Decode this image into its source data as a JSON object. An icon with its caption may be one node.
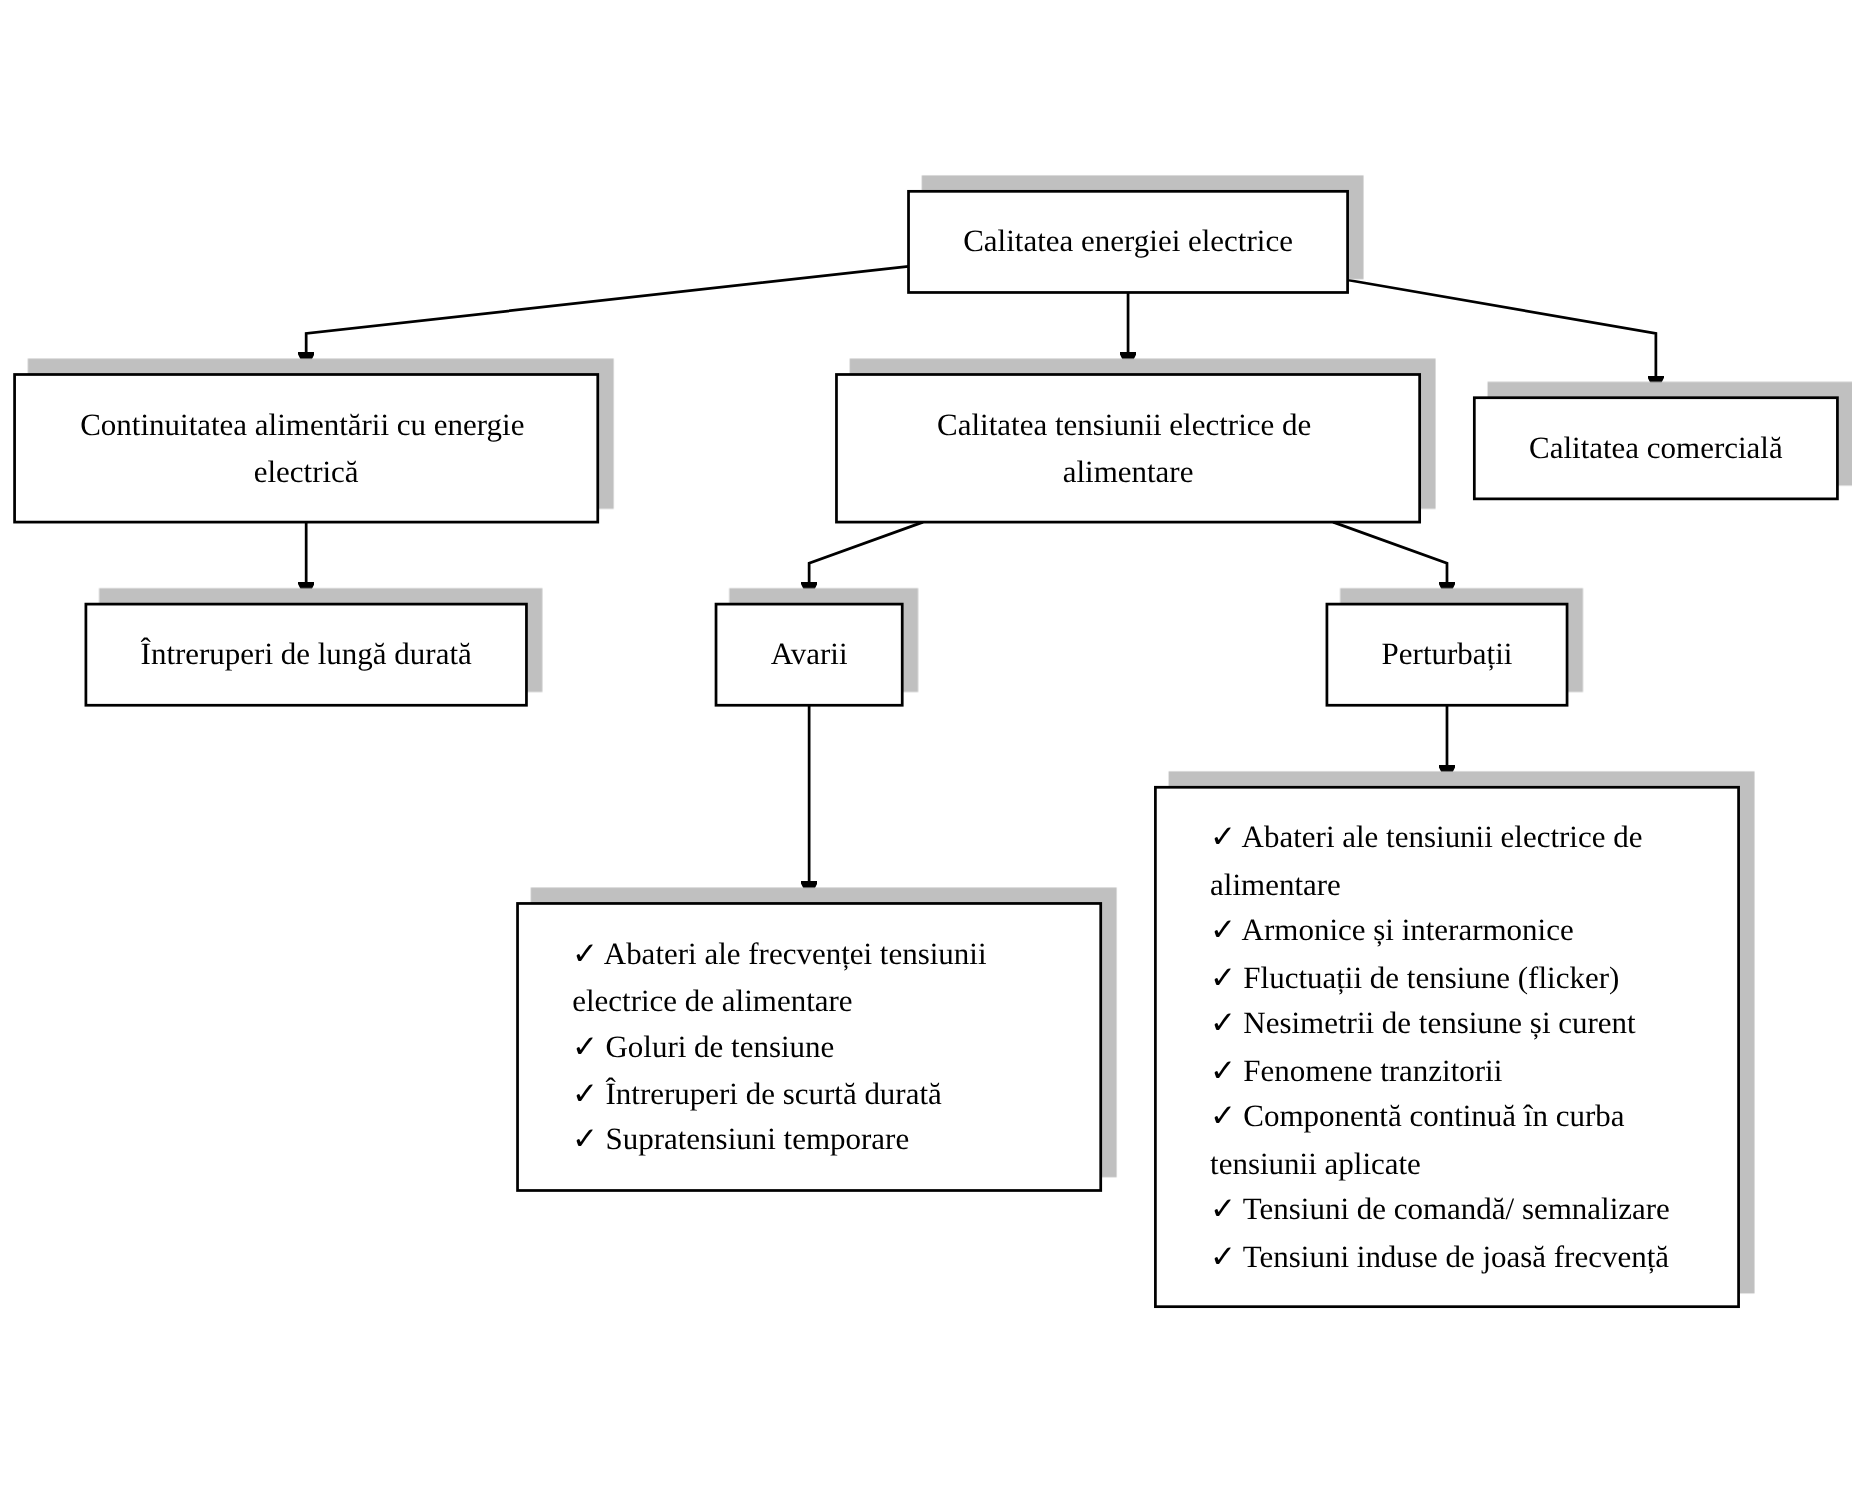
{
  "diagram": {
    "nodes": [
      {
        "text": [
          "Calitatea energiei electrice"
        ]
      },
      {
        "text": [
          "Continuitatea alimentării cu energie electrică"
        ]
      },
      {
        "text": [
          "Calitatea tensiunii electrice de alimentare"
        ]
      },
      {
        "text": [
          "Calitatea comercială"
        ]
      },
      {
        "text": [
          "Întreruperi de lungă durată"
        ]
      },
      {
        "text": [
          "Avarii"
        ]
      },
      {
        "text": [
          "Perturbații"
        ]
      },
      {
        "text": [
          "✓ Abateri ale frecvenței tensiunii electrice de alimentare",
          "✓ Goluri de tensiune",
          "✓ Întreruperi de scurtă durată",
          "✓ Supratensiuni temporare"
        ]
      },
      {
        "text": [
          "✓ Abateri ale tensiunii electrice de alimentare",
          "✓ Armonice și interarmonice",
          "✓ Fluctuații de tensiune (flicker)",
          "✓ Nesimetrii de tensiune și curent",
          "✓ Fenomene tranzitorii",
          "✓ Componentă continuă în curba tensiunii aplicate",
          "✓ Tensiuni de comandă/ semnalizare",
          "✓ Tensiuni induse de joasă frecvență"
        ]
      }
    ],
    "edges": [
      {
        "from": 0,
        "to": 1,
        "arrow": "to"
      },
      {
        "from": 0,
        "to": 2,
        "arrow": "to"
      },
      {
        "from": 0,
        "to": 3,
        "arrow": "to"
      },
      {
        "from": 1,
        "to": 4,
        "arrow": "to"
      },
      {
        "from": 2,
        "to": 5,
        "arrow": "to"
      },
      {
        "from": 2,
        "to": 6,
        "arrow": "to"
      },
      {
        "from": 5,
        "to": 7,
        "arrow": "to"
      },
      {
        "from": 6,
        "to": 8,
        "arrow": "to"
      }
    ]
  }
}
